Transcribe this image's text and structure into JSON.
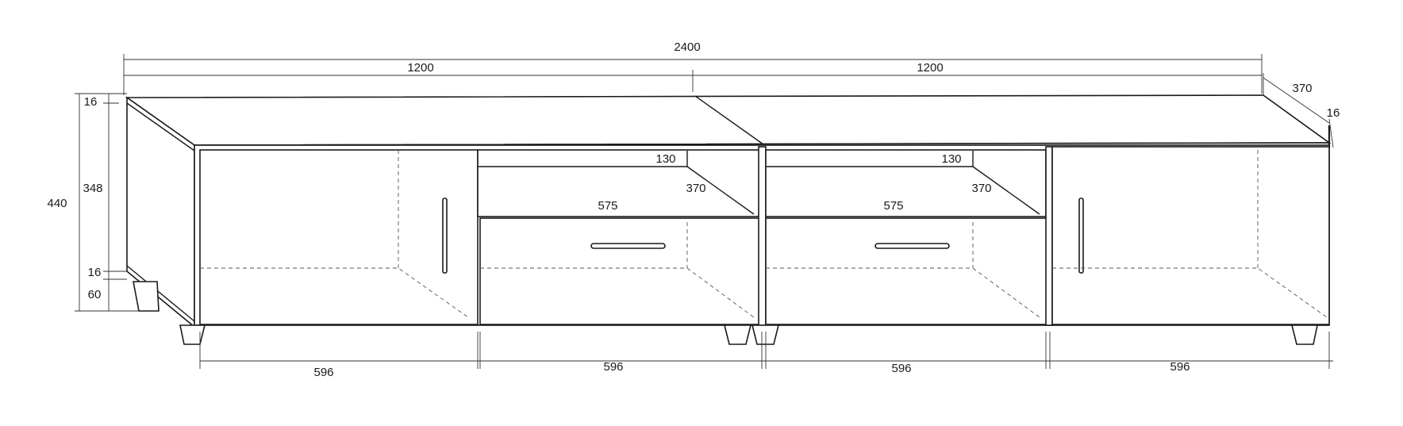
{
  "dimensions": {
    "total_width": "2400",
    "left_half_width": "1200",
    "right_half_width": "1200",
    "depth_top": "370",
    "side_thickness": "16",
    "top_thickness": "16",
    "inner_height": "348",
    "total_height": "440",
    "bottom_thickness": "16",
    "leg_height": "60",
    "shelf_left_height": "130",
    "shelf_left_depth": "370",
    "shelf_left_width": "575",
    "shelf_right_height": "130",
    "shelf_right_depth": "370",
    "shelf_right_width": "575",
    "module_1_width": "596",
    "module_2_width": "596",
    "module_3_width": "596",
    "module_4_width": "596"
  }
}
